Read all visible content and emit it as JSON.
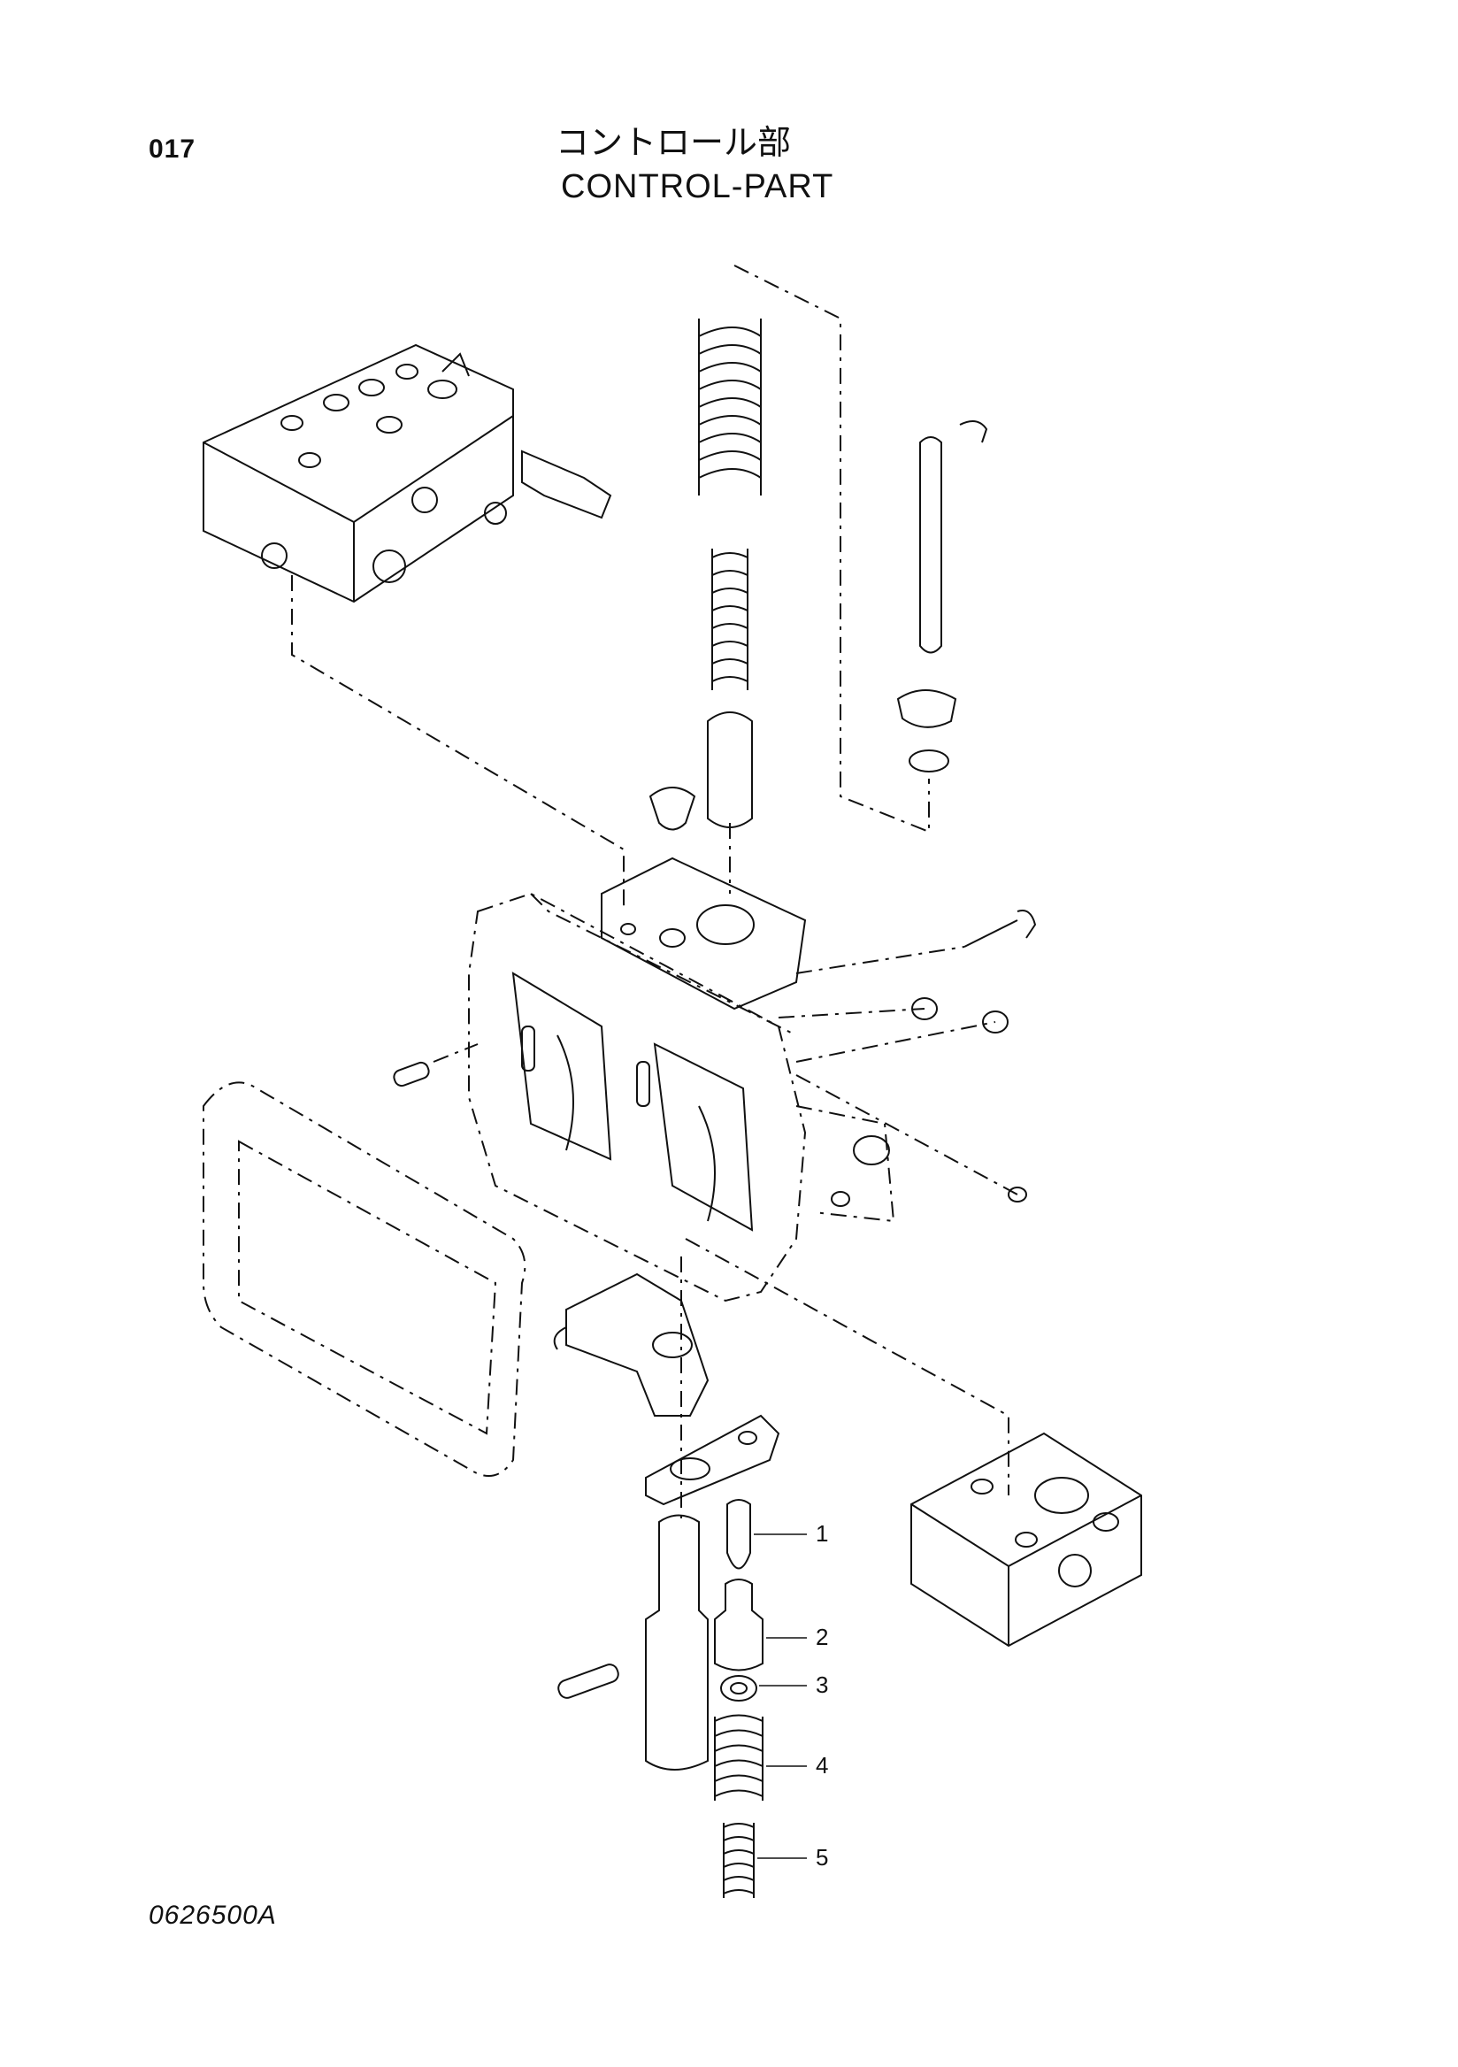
{
  "header": {
    "page_number": "017",
    "title_japanese": "コントロール部",
    "title_english": "CONTROL-PART"
  },
  "footer": {
    "drawing_code": "0626500A"
  },
  "callouts": [
    "1",
    "2",
    "3",
    "4",
    "5"
  ]
}
